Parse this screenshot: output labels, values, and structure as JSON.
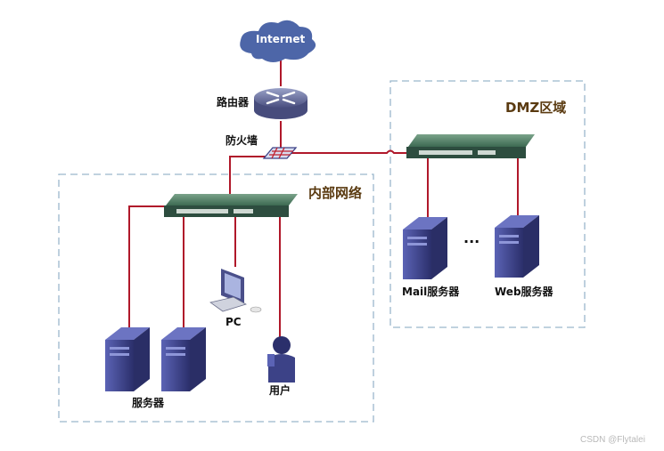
{
  "nodes": {
    "internet": "Internet",
    "router": "路由器",
    "firewall": "防火墙",
    "internal_zone": "内部网络",
    "dmz_zone": "DMZ区域",
    "pc": "PC",
    "user": "用户",
    "servers": "服务器",
    "mail_server": "Mail服务器",
    "web_server": "Web服务器",
    "ellipsis": "..."
  },
  "watermark": "CSDN @Flytalei",
  "colors": {
    "link": "#b0182a",
    "switch": "#3e6b55",
    "server": "#3c4287",
    "zone_border": "#9bb6cc",
    "cloud": "#4d66a8"
  }
}
